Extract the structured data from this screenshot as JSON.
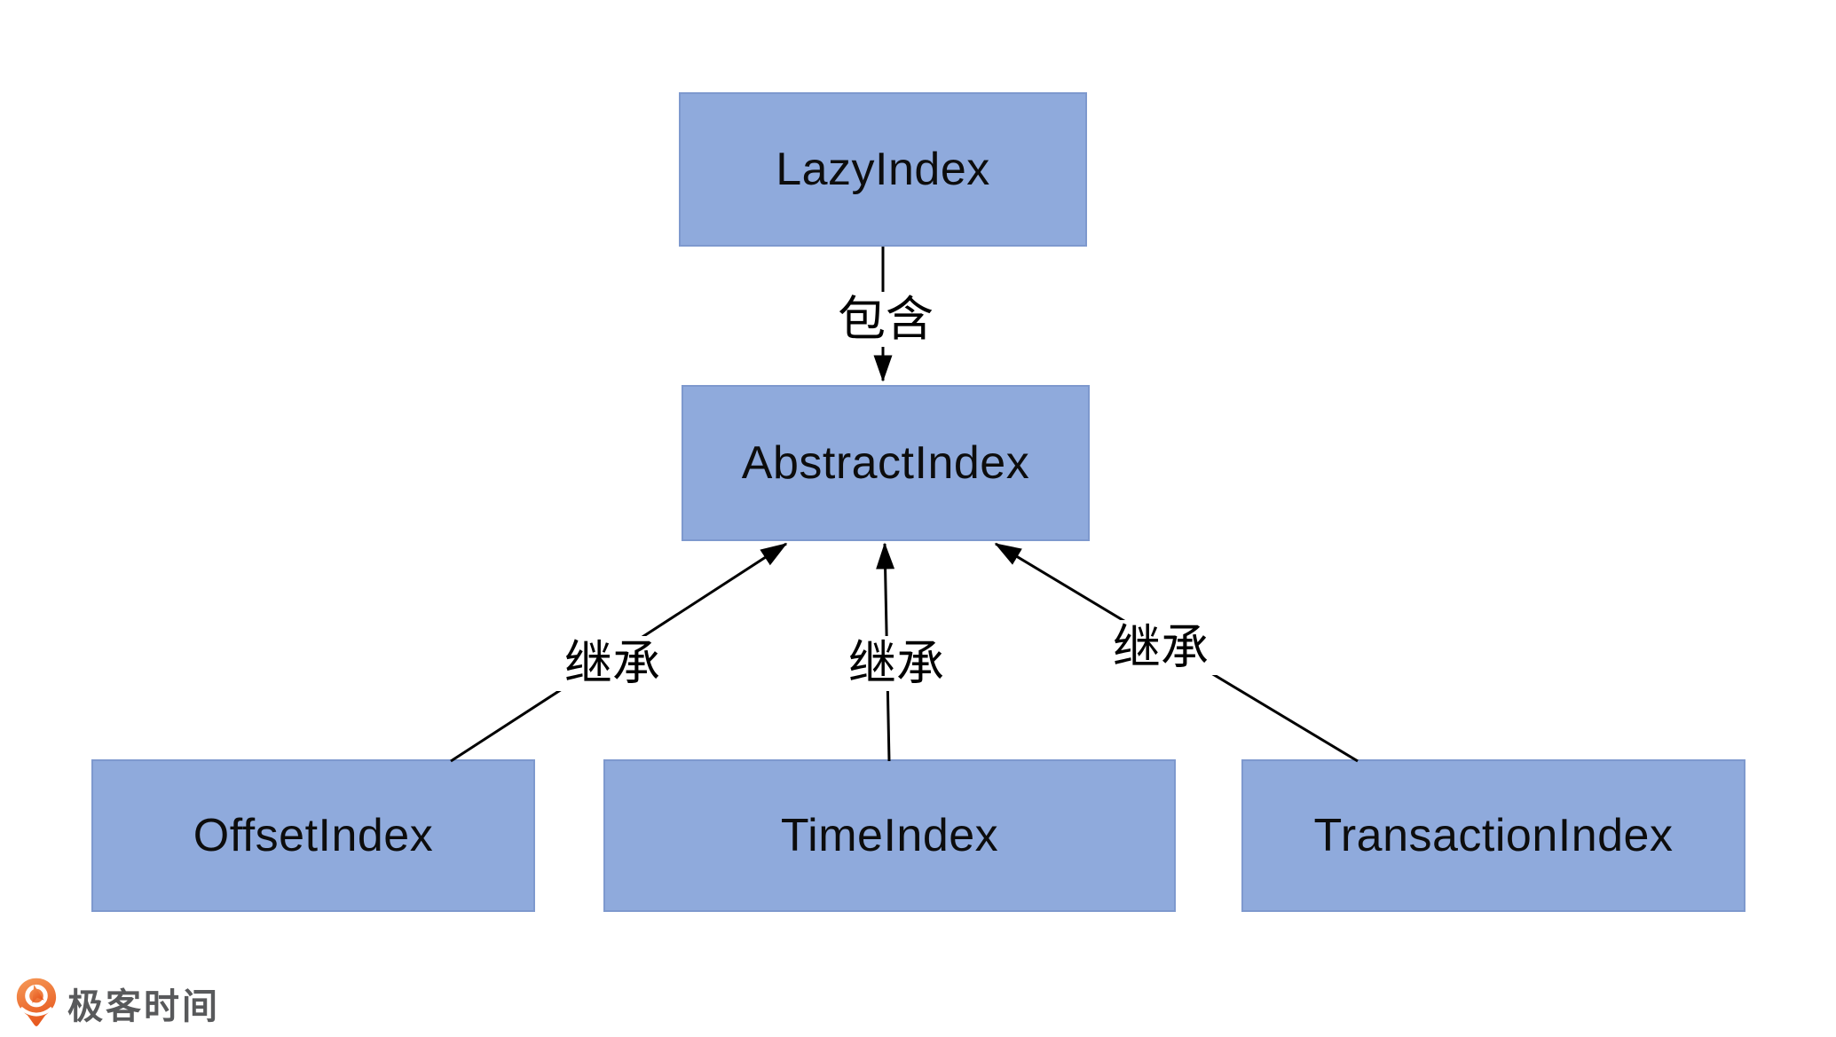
{
  "diagram": {
    "background_color": "#FFFFFF",
    "node_fill_color": "#8FAADC",
    "node_border_color": "#7E99CE",
    "arrow_color": "#000000",
    "nodes": [
      {
        "id": "lazy-index",
        "label": "LazyIndex"
      },
      {
        "id": "abstract-index",
        "label": "AbstractIndex"
      },
      {
        "id": "offset-index",
        "label": "OffsetIndex"
      },
      {
        "id": "time-index",
        "label": "TimeIndex"
      },
      {
        "id": "transaction-index",
        "label": "TransactionIndex"
      }
    ],
    "edges": [
      {
        "from": "LazyIndex",
        "to": "AbstractIndex",
        "label": "包含"
      },
      {
        "from": "OffsetIndex",
        "to": "AbstractIndex",
        "label": "继承"
      },
      {
        "from": "TimeIndex",
        "to": "AbstractIndex",
        "label": "继承"
      },
      {
        "from": "TransactionIndex",
        "to": "AbstractIndex",
        "label": "继承"
      }
    ]
  },
  "branding": {
    "logo_text": "极客时间",
    "logo_text_color": "#58595B",
    "logo_icon_color": "#EE6A2B"
  }
}
